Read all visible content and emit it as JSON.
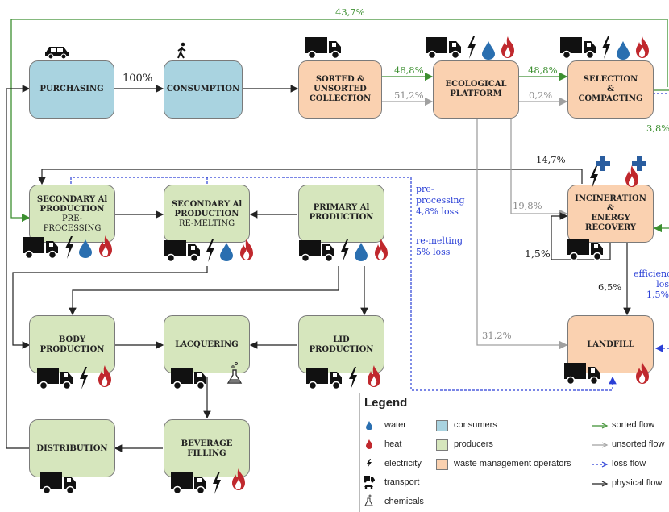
{
  "nodes": {
    "purchasing": {
      "title": "PURCHASING",
      "sub": ""
    },
    "consumption": {
      "title": "CONSUMPTION",
      "sub": ""
    },
    "sorted_unsorted": {
      "title": "SORTED &\nUNSORTED\nCOLLECTION",
      "sub": ""
    },
    "ecological": {
      "title": "ECOLOGICAL\nPLATFORM",
      "sub": ""
    },
    "selection": {
      "title": "SELECTION\n&\nCOMPACTING",
      "sub": ""
    },
    "sec_pre": {
      "title": "SECONDARY Al\nPRODUCTION",
      "sub": "PRE-\nPROCESSING"
    },
    "sec_remelt": {
      "title": "SECONDARY Al\nPRODUCTION",
      "sub": "RE-MELTING"
    },
    "primary": {
      "title": "PRIMARY Al\nPRODUCTION",
      "sub": ""
    },
    "incineration": {
      "title": "INCINERATION\n&\nENERGY\nRECOVERY",
      "sub": ""
    },
    "body": {
      "title": "BODY\nPRODUCTION",
      "sub": ""
    },
    "lacquering": {
      "title": "LACQUERING",
      "sub": ""
    },
    "lid": {
      "title": "LID\nPRODUCTION",
      "sub": ""
    },
    "landfill": {
      "title": "LANDFILL",
      "sub": ""
    },
    "distribution": {
      "title": "DISTRIBUTION",
      "sub": ""
    },
    "beverage": {
      "title": "BEVERAGE\nFILLING",
      "sub": ""
    }
  },
  "flow_labels": {
    "top_loop": "43,7%",
    "purchasing_consumption": "100%",
    "sorted_to_eco": "48,8%",
    "unsorted_to_eco": "51,2%",
    "eco_to_selection_sorted": "48,8%",
    "eco_to_selection_unsorted": "0,2%",
    "selection_out": "3,8%",
    "to_secondary": "14,7%",
    "eco_to_incineration": "19,8%",
    "incineration_loop": "1,5%",
    "incineration_to_landfill": "6,5%",
    "eco_to_landfill": "31,2%",
    "loss_pre": "pre-\nprocessing\n4,8% loss",
    "loss_remelt": "re-melting\n5%   loss",
    "efficiency": "efficienc\nlos\n1,5%"
  },
  "legend": {
    "title": "Legend",
    "items": {
      "water": "water",
      "heat": "heat",
      "electricity": "electricity",
      "transport": "transport",
      "chemicals": "chemicals",
      "consumers": "consumers",
      "producers": "producers",
      "waste": "waste management operators",
      "sorted": "sorted flow",
      "unsorted": "unsorted flow",
      "loss": "loss flow",
      "physical": "physical flow"
    }
  },
  "colors": {
    "consumers": "#a9d3e0",
    "producers": "#d6e6bd",
    "waste": "#fad1b0",
    "sorted_flow": "#3c8f30",
    "unsorted_flow": "#a0a0a0",
    "loss_flow": "#2a3fd6",
    "physical_flow": "#222222",
    "water": "#2a6fb0",
    "heat": "#c0282d",
    "treatment_cross": "#2a5d9f"
  }
}
